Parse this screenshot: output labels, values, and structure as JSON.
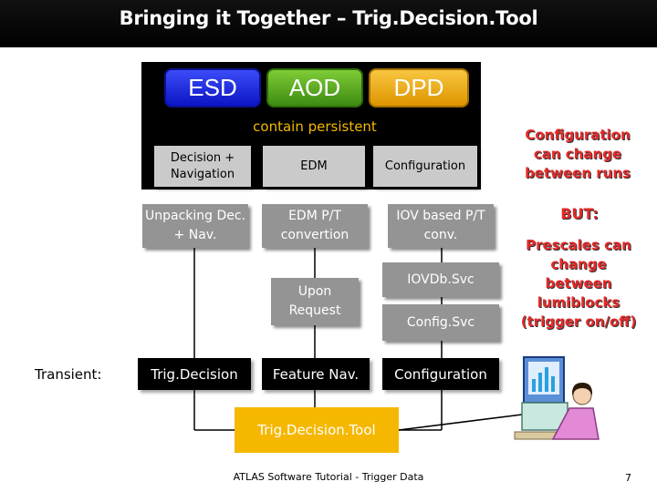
{
  "slide": {
    "title": "Bringing it Together – Trig.Decision.Tool",
    "footer": "ATLAS Software Tutorial - Trigger Data",
    "page_number": "7"
  },
  "formats": [
    {
      "label": "ESD",
      "color": "#1f2de0"
    },
    {
      "label": "AOD",
      "color": "#5aab20"
    },
    {
      "label": "DPD",
      "color": "#f0ad10"
    }
  ],
  "contain_label": "contain persistent",
  "persistent": {
    "decision": "Decision + Navigation",
    "edm": "EDM",
    "configuration": "Configuration"
  },
  "transient_layer": {
    "unpacking": "Unpacking Dec. + Nav.",
    "edm_pt": "EDM P/T convertion",
    "iov_conv": "IOV based P/T conv.",
    "upon_request": "Upon Request",
    "iovdbsvc": "IOVDb.Svc",
    "configsvc": "Config.Svc"
  },
  "transient_label": "Transient:",
  "transient_objects": {
    "trig_decision": "Trig.Decision",
    "feature_nav": "Feature Nav.",
    "configuration": "Configuration"
  },
  "tool": "Trig.Decision.Tool",
  "notes": {
    "config_change": "Configuration can change between runs",
    "but": "BUT:",
    "prescales": "Prescales can change between lumiblocks (trigger on/off)",
    "color": "#e42a2a"
  }
}
